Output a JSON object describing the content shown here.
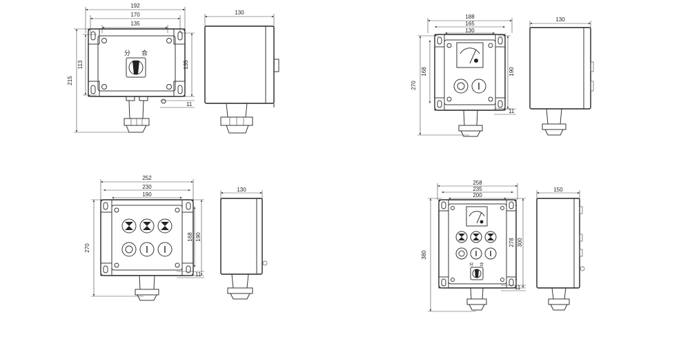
{
  "colors": {
    "line": "#333333",
    "background": "#ffffff"
  },
  "switch_labels": {
    "off": "分",
    "on": "合"
  },
  "views": {
    "top_left": {
      "front_width_outer": "192",
      "front_width_mount": "170",
      "front_width_inner": "135",
      "front_height_overall": "215",
      "front_height_mount": "113",
      "front_height_inner": "135",
      "gland_offset": "11",
      "side_depth": "130"
    },
    "top_right": {
      "front_width_outer": "188",
      "front_width_mount": "165",
      "front_width_inner": "130",
      "front_height_overall": "270",
      "front_height_mount": "168",
      "front_height_inner": "190",
      "gland_offset": "11",
      "side_depth": "130"
    },
    "bottom_left": {
      "front_width_outer": "252",
      "front_width_mount": "230",
      "front_width_inner": "190",
      "front_height_overall": "270",
      "front_height_mount": "168",
      "front_height_inner": "190",
      "gland_offset": "11",
      "side_depth": "130"
    },
    "bottom_right": {
      "front_width_outer": "258",
      "front_width_mount": "235",
      "front_width_inner": "200",
      "front_height_overall": "380",
      "front_height_mount": "278",
      "front_height_inner": "300",
      "gland_offset": "11",
      "side_depth": "150"
    }
  }
}
